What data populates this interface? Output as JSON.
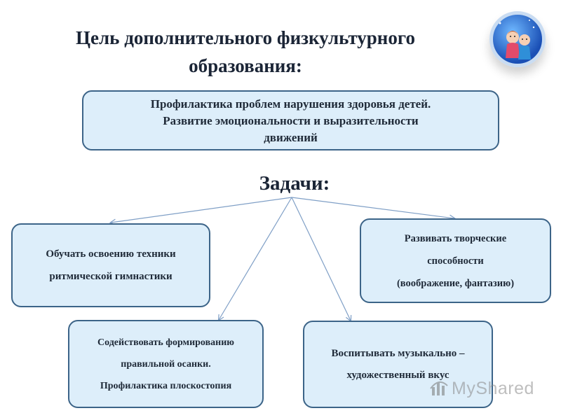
{
  "title": {
    "line1": "Цель дополнительного физкультурного",
    "line2": "образования:"
  },
  "goal": {
    "line1": "Профилактика проблем нарушения здоровья детей.",
    "line2": "Развитие эмоциональности и выразительности",
    "line3": "движений"
  },
  "tasks_heading": "Задачи:",
  "tasks": [
    {
      "lines": [
        "Обучать освоению техники",
        "ритмической гимнастики"
      ]
    },
    {
      "lines": [
        "Развивать творческие",
        "способности",
        "(воображение, фантазию)"
      ]
    },
    {
      "lines": [
        "Содействовать формированию",
        "правильной осанки.",
        "Профилактика плоскостопия"
      ]
    },
    {
      "lines": [
        "Воспитывать музыкально –",
        "художественный вкус"
      ]
    }
  ],
  "watermark": {
    "text": "MyShared"
  },
  "colors": {
    "box_fill": "#ddeefa",
    "box_border": "#3c6488",
    "arrow": "#7f9fc6",
    "title_text": "#1b2536"
  },
  "icons": {
    "logo": "children-logo-icon",
    "watermark": "myshared-logo-icon"
  }
}
